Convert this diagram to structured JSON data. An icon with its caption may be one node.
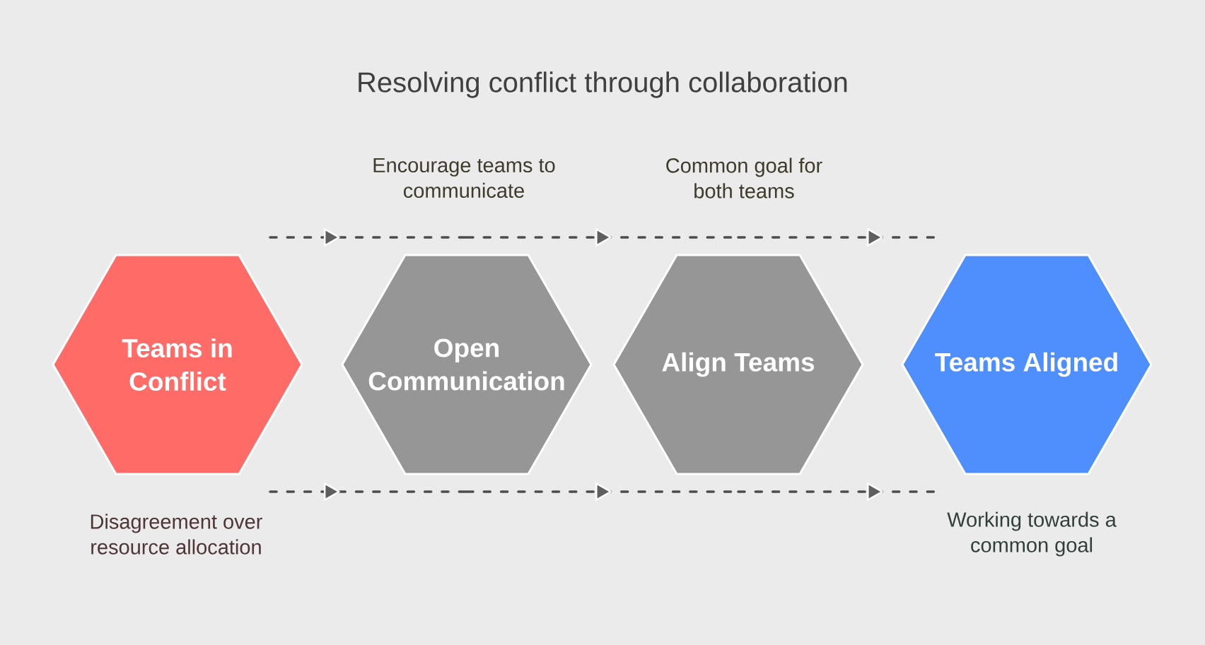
{
  "diagram": {
    "title": "Resolving conflict through collaboration",
    "nodes": [
      {
        "text": [
          "Teams in Conflict"
        ],
        "beside": [
          "Disagreement over resource allocation"
        ]
      },
      {
        "text": [
          "Open Communication"
        ],
        "beside": [
          "Encourage teams to communicate"
        ]
      },
      {
        "text": [
          "Align Teams"
        ],
        "beside": [
          "Common goal for both teams"
        ]
      },
      {
        "text": [
          "Teams Aligned"
        ],
        "beside": [
          "Working towards a common goal"
        ]
      }
    ],
    "edges": [
      {
        "from": 0,
        "to": 1,
        "arrow": "to",
        "style": "dashed"
      },
      {
        "from": 1,
        "to": 2,
        "arrow": "to",
        "style": "dashed"
      },
      {
        "from": 2,
        "to": 3,
        "arrow": "to",
        "style": "dashed"
      },
      {
        "from": 0,
        "to": 1,
        "arrow": "to",
        "style": "dashed"
      },
      {
        "from": 1,
        "to": 2,
        "arrow": "to",
        "style": "dashed"
      },
      {
        "from": 2,
        "to": 3,
        "arrow": "to",
        "style": "dashed"
      }
    ]
  }
}
